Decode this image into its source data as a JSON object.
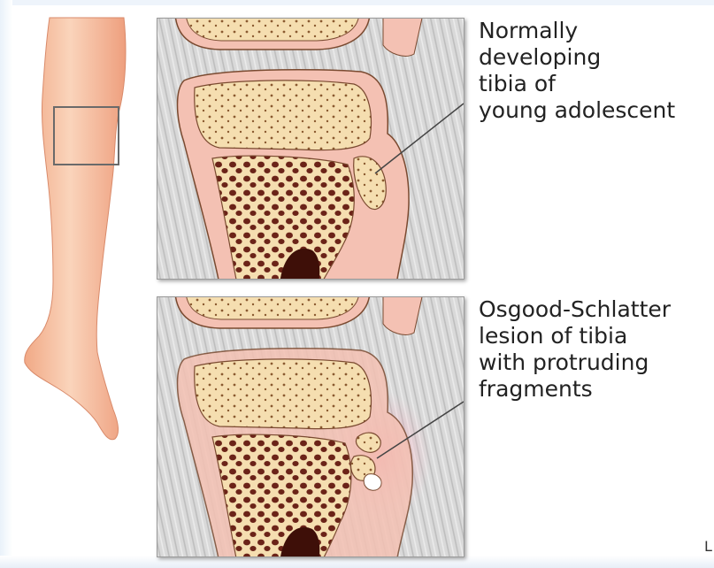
{
  "labels": {
    "normal": [
      "Normally",
      "developing",
      "tibia of",
      "young adolescent"
    ],
    "lesion": [
      "Osgood-Schlatter",
      "lesion of tibia",
      "with protruding",
      "fragments"
    ]
  },
  "corner_mark": "L",
  "colors": {
    "skin": "#f7c4a5",
    "cartilage": "#f4c1b3",
    "bone": "#f5deb0",
    "marrow": "#6b2318",
    "muscle": "#d8d8d8",
    "inflammation": "#f5a9b8",
    "frame": "#e8f0f8"
  }
}
